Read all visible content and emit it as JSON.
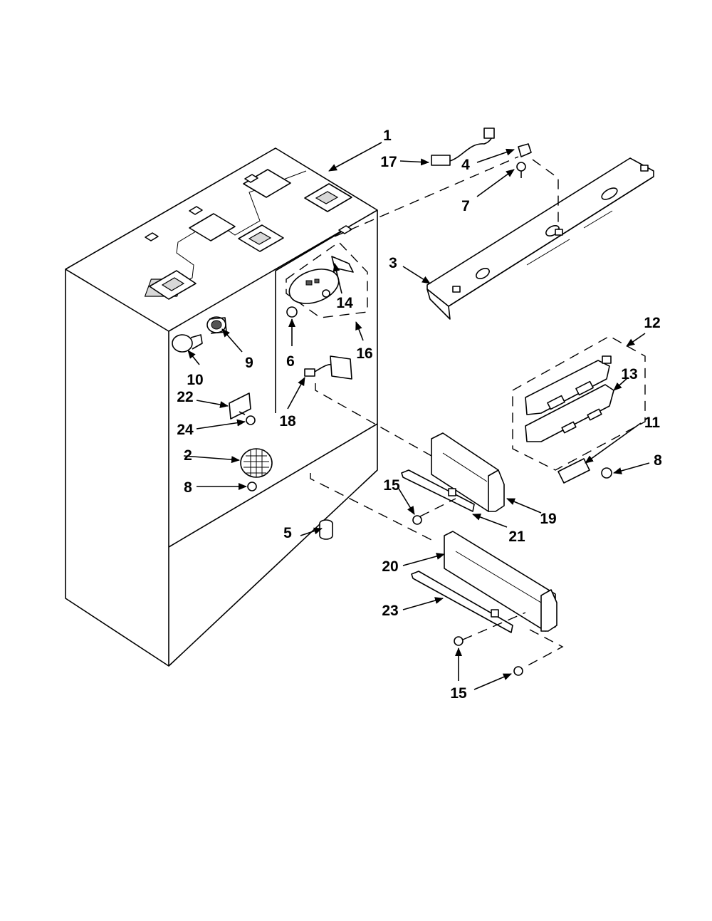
{
  "callouts": {
    "c1": "1",
    "c2": "2",
    "c3": "3",
    "c4": "4",
    "c5": "5",
    "c6": "6",
    "c7": "7",
    "c8a": "8",
    "c8b": "8",
    "c9": "9",
    "c10": "10",
    "c11": "11",
    "c12": "12",
    "c13": "13",
    "c14": "14",
    "c15a": "15",
    "c15b": "15",
    "c16": "16",
    "c17": "17",
    "c18": "18",
    "c19": "19",
    "c20": "20",
    "c21": "21",
    "c22": "22",
    "c23": "23",
    "c24": "24"
  },
  "colors": {
    "line": "#000000",
    "background": "#ffffff",
    "fill_shade": "#d8d8d8"
  }
}
